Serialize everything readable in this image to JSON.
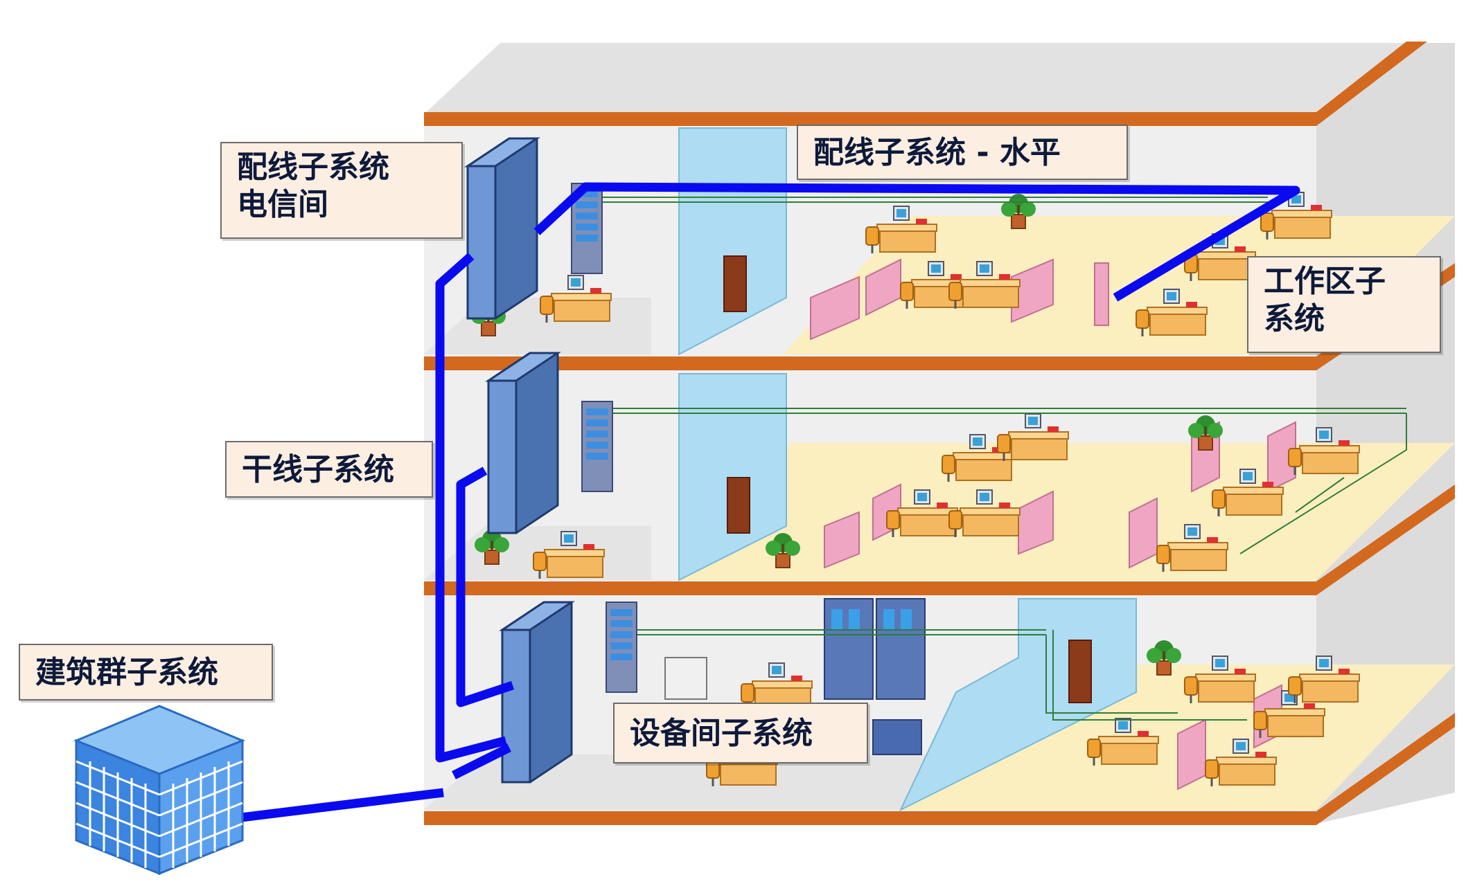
{
  "labels": {
    "telecom_room": {
      "line1": "配线子系统",
      "line2": "电信间"
    },
    "horizontal": "配线子系统 - 水平",
    "work_area": {
      "line1": "工作区子",
      "line2": "系统"
    },
    "backbone": "干线子系统",
    "campus": "建筑群子系统",
    "equipment_room": "设备间子系统"
  },
  "colors": {
    "cable": "#0a0af0",
    "floor_slab": "#d2691e",
    "floor": "#fbeebf",
    "wall": "#e6e6e6",
    "partition": "#efa6c3",
    "cabinet": "#4a6fa5",
    "desk": "#f4b860",
    "callout_bg": "#fdeee2"
  },
  "icons": [
    "building-icon",
    "rack-icon",
    "cabinet-icon",
    "workstation-icon",
    "plant-icon",
    "door-icon",
    "printer-icon",
    "server-icon"
  ]
}
